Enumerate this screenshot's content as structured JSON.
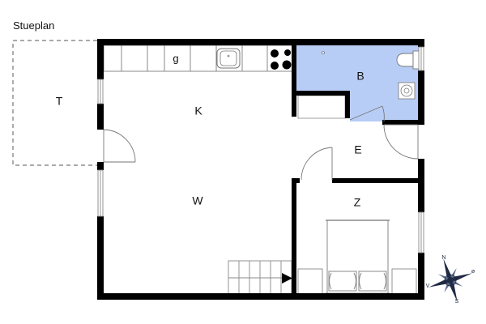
{
  "plan": {
    "title": "Stueplan",
    "colors": {
      "wall": "#000000",
      "bathroom_fill": "#b8cdf5",
      "fixture_line": "#888888",
      "terrace_dash": "#777777",
      "compass": "#1f2a44"
    }
  },
  "rooms": {
    "terrace": "T",
    "kitchen": "K",
    "living": "W",
    "bathroom": "B",
    "entry": "E",
    "bedroom": "Z",
    "kitchen_counter_marker": "g"
  },
  "compass": {
    "north": "N",
    "east": "ø",
    "south": "S",
    "west": "V"
  }
}
